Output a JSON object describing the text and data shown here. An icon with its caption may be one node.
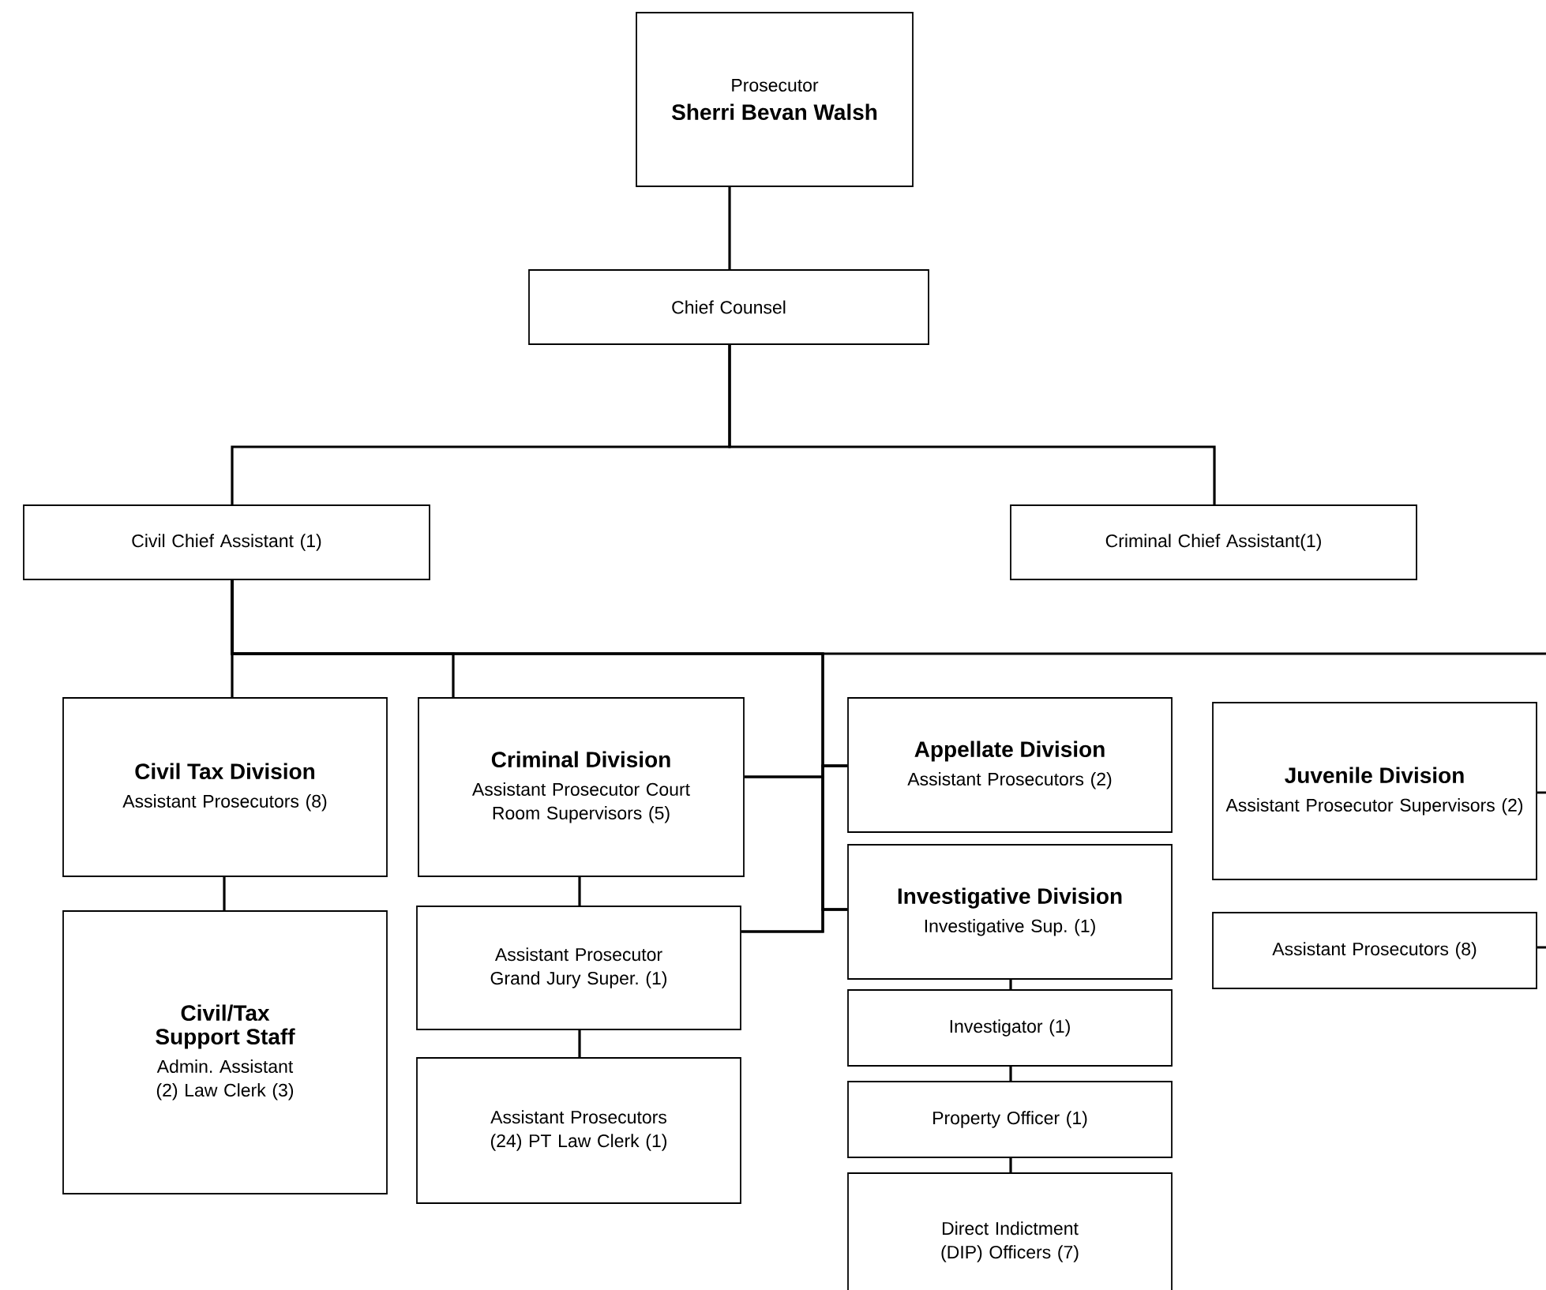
{
  "diagram": {
    "nodes": [
      {
        "text": [
          "Prosecutor",
          "Sherri Bevan Walsh"
        ]
      },
      {
        "text": [
          "Chief Counsel"
        ]
      },
      {
        "text": [
          "Civil Chief Assistant (1)"
        ]
      },
      {
        "text": [
          "Criminal Chief Assistant(1)"
        ]
      },
      {
        "text": [
          "Civil Tax Division",
          "Assistant Prosecutors (8)"
        ]
      },
      {
        "text": [
          "Criminal Division",
          "Assistant Prosecutor Court Room Supervisors (5)"
        ]
      },
      {
        "text": [
          "Civil/Tax Support Staff",
          "Admin. Assistant (2) Law Clerk (3)"
        ]
      },
      {
        "text": [
          "Assistant Prosecutor Grand Jury Super.  (1)"
        ]
      },
      {
        "text": [
          "Assistant Prosecutors (24) PT Law Clerk (1)"
        ]
      },
      {
        "text": [
          "Appellate Division",
          "Assistant Prosecutors (2)"
        ]
      },
      {
        "text": [
          "Investigative Division",
          "Investigative Sup. (1)"
        ]
      },
      {
        "text": [
          "Investigator (1)"
        ]
      },
      {
        "text": [
          "Property Officer (1)"
        ]
      },
      {
        "text": [
          "Direct Indictment (DIP) Officers (7)"
        ]
      },
      {
        "text": [
          "Juvenile Division",
          "Assistant Prosecutor Supervisors (2)"
        ]
      },
      {
        "text": [
          "Assistant Prosecutors (8)"
        ]
      }
    ],
    "edges": [
      {
        "from": 0,
        "to": 1,
        "arrow": "none"
      },
      {
        "from": 1,
        "to": 2,
        "arrow": "none"
      },
      {
        "from": 1,
        "to": 3,
        "arrow": "none"
      },
      {
        "from": 2,
        "to": 4,
        "arrow": "none"
      },
      {
        "from": 2,
        "to": 5,
        "arrow": "none"
      },
      {
        "from": 2,
        "to": 9,
        "arrow": "none"
      },
      {
        "from": 2,
        "to": 10,
        "arrow": "none"
      },
      {
        "from": 5,
        "to": 9,
        "arrow": "none"
      },
      {
        "from": 5,
        "to": 10,
        "arrow": "none"
      },
      {
        "from": 7,
        "to": 9,
        "arrow": "none"
      },
      {
        "from": 7,
        "to": 10,
        "arrow": "none"
      },
      {
        "from": 4,
        "to": 6,
        "arrow": "none"
      },
      {
        "from": 5,
        "to": 7,
        "arrow": "none"
      },
      {
        "from": 7,
        "to": 8,
        "arrow": "none"
      },
      {
        "from": 10,
        "to": 11,
        "arrow": "none"
      },
      {
        "from": 11,
        "to": 12,
        "arrow": "none"
      },
      {
        "from": 12,
        "to": 13,
        "arrow": "none"
      },
      {
        "from": 2,
        "to": null,
        "arrow": "none"
      },
      {
        "from": 14,
        "to": null,
        "arrow": "none"
      },
      {
        "from": 15,
        "to": null,
        "arrow": "none"
      }
    ]
  }
}
